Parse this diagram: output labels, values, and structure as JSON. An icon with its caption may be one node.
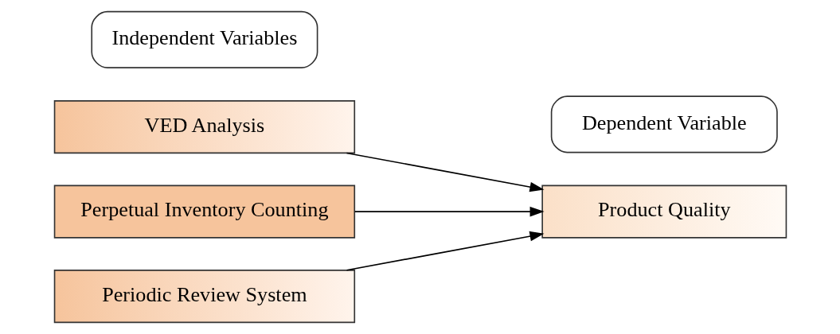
{
  "diagram": {
    "nodes": [
      {
        "text": [
          "VED Analysis"
        ]
      },
      {
        "text": [
          "Perpetual Inventory Counting"
        ]
      },
      {
        "text": [
          "Periodic Review System"
        ]
      },
      {
        "text": [
          "Product Quality"
        ]
      },
      {
        "text": [
          "Independent Variables"
        ]
      },
      {
        "text": [
          "Dependent Variable"
        ]
      }
    ],
    "edges": [
      {
        "from": 0,
        "to": 3,
        "arrow": "to"
      },
      {
        "from": 1,
        "to": 3,
        "arrow": "to"
      },
      {
        "from": 2,
        "to": 3,
        "arrow": "to"
      }
    ]
  }
}
